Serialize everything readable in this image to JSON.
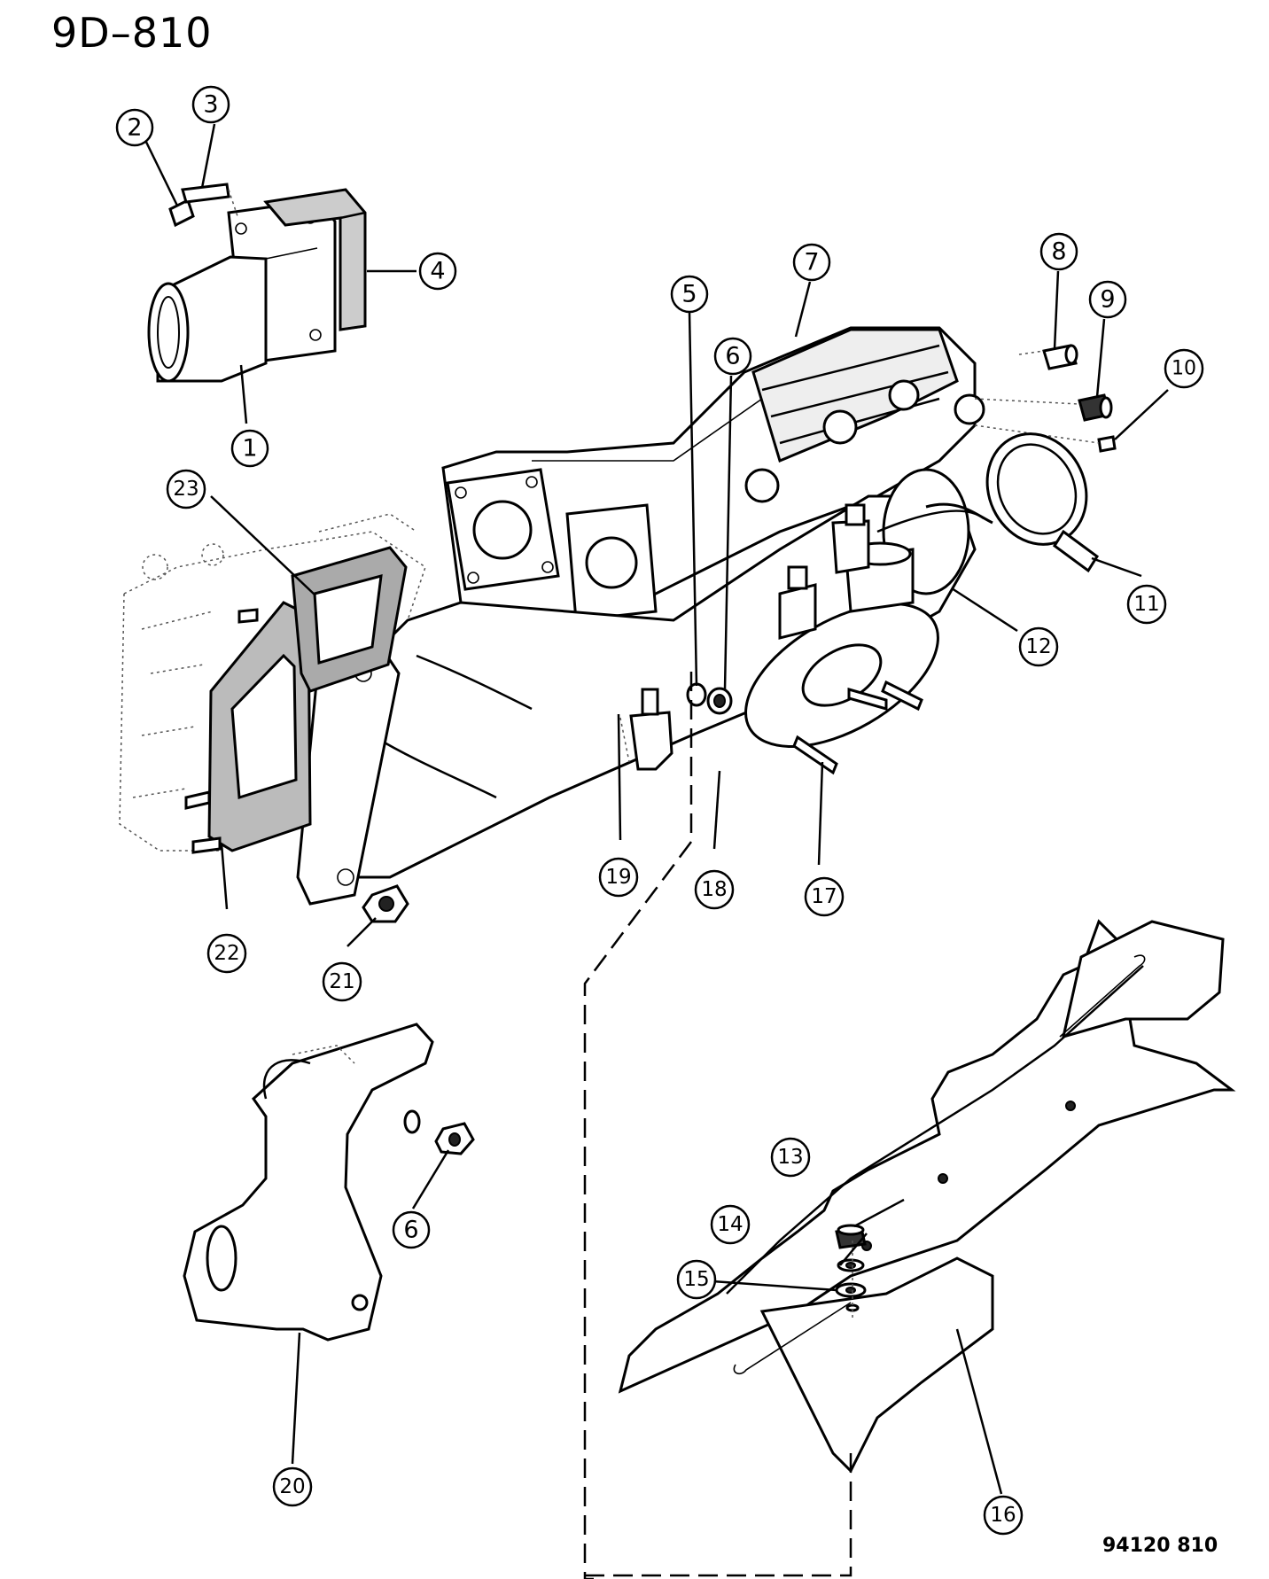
{
  "figure": {
    "id": "9D–810",
    "drawing_number": "94120 810"
  },
  "callouts": [
    {
      "key": "c1",
      "label": "1"
    },
    {
      "key": "c2",
      "label": "2"
    },
    {
      "key": "c3",
      "label": "3"
    },
    {
      "key": "c4",
      "label": "4"
    },
    {
      "key": "c5",
      "label": "5"
    },
    {
      "key": "c6a",
      "label": "6"
    },
    {
      "key": "c7",
      "label": "7"
    },
    {
      "key": "c8",
      "label": "8"
    },
    {
      "key": "c9",
      "label": "9"
    },
    {
      "key": "c10",
      "label": "10"
    },
    {
      "key": "c11",
      "label": "11"
    },
    {
      "key": "c12",
      "label": "12"
    },
    {
      "key": "c13",
      "label": "13"
    },
    {
      "key": "c14",
      "label": "14"
    },
    {
      "key": "c15",
      "label": "15"
    },
    {
      "key": "c16",
      "label": "16"
    },
    {
      "key": "c17",
      "label": "17"
    },
    {
      "key": "c18",
      "label": "18"
    },
    {
      "key": "c19",
      "label": "19"
    },
    {
      "key": "c20",
      "label": "20"
    },
    {
      "key": "c21",
      "label": "21"
    },
    {
      "key": "c22",
      "label": "22"
    },
    {
      "key": "c23",
      "label": "23"
    },
    {
      "key": "c6b",
      "label": "6"
    }
  ]
}
